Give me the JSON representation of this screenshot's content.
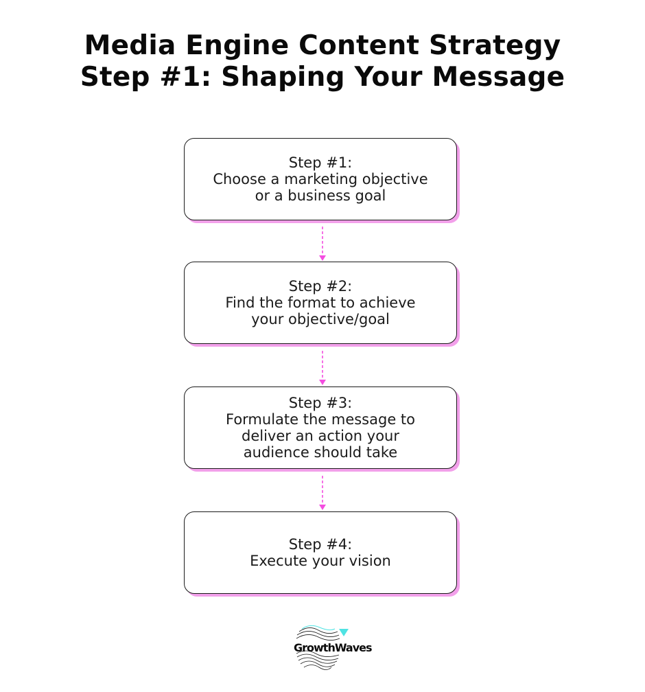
{
  "title": {
    "line1": "Media Engine Content Strategy",
    "line2": "Step #1: Shaping Your Message"
  },
  "steps": [
    {
      "lines": [
        "Step #1:",
        "Choose a marketing objective",
        "or a business goal"
      ]
    },
    {
      "lines": [
        "Step #2:",
        "Find the format to achieve",
        "your objective/goal"
      ]
    },
    {
      "lines": [
        "Step #3:",
        "Formulate the message to",
        "deliver an action your",
        "audience should take"
      ]
    },
    {
      "lines": [
        "Step #4:",
        "Execute your vision"
      ]
    }
  ],
  "logo": {
    "text": "GrowthWaves",
    "icon": "waves-logo-icon"
  },
  "colors": {
    "accent_pink": "#f44ee0",
    "shadow_pink": "#f2a0ea",
    "logo_teal": "#4fe3e3",
    "text_dark": "#0a0a0a"
  }
}
